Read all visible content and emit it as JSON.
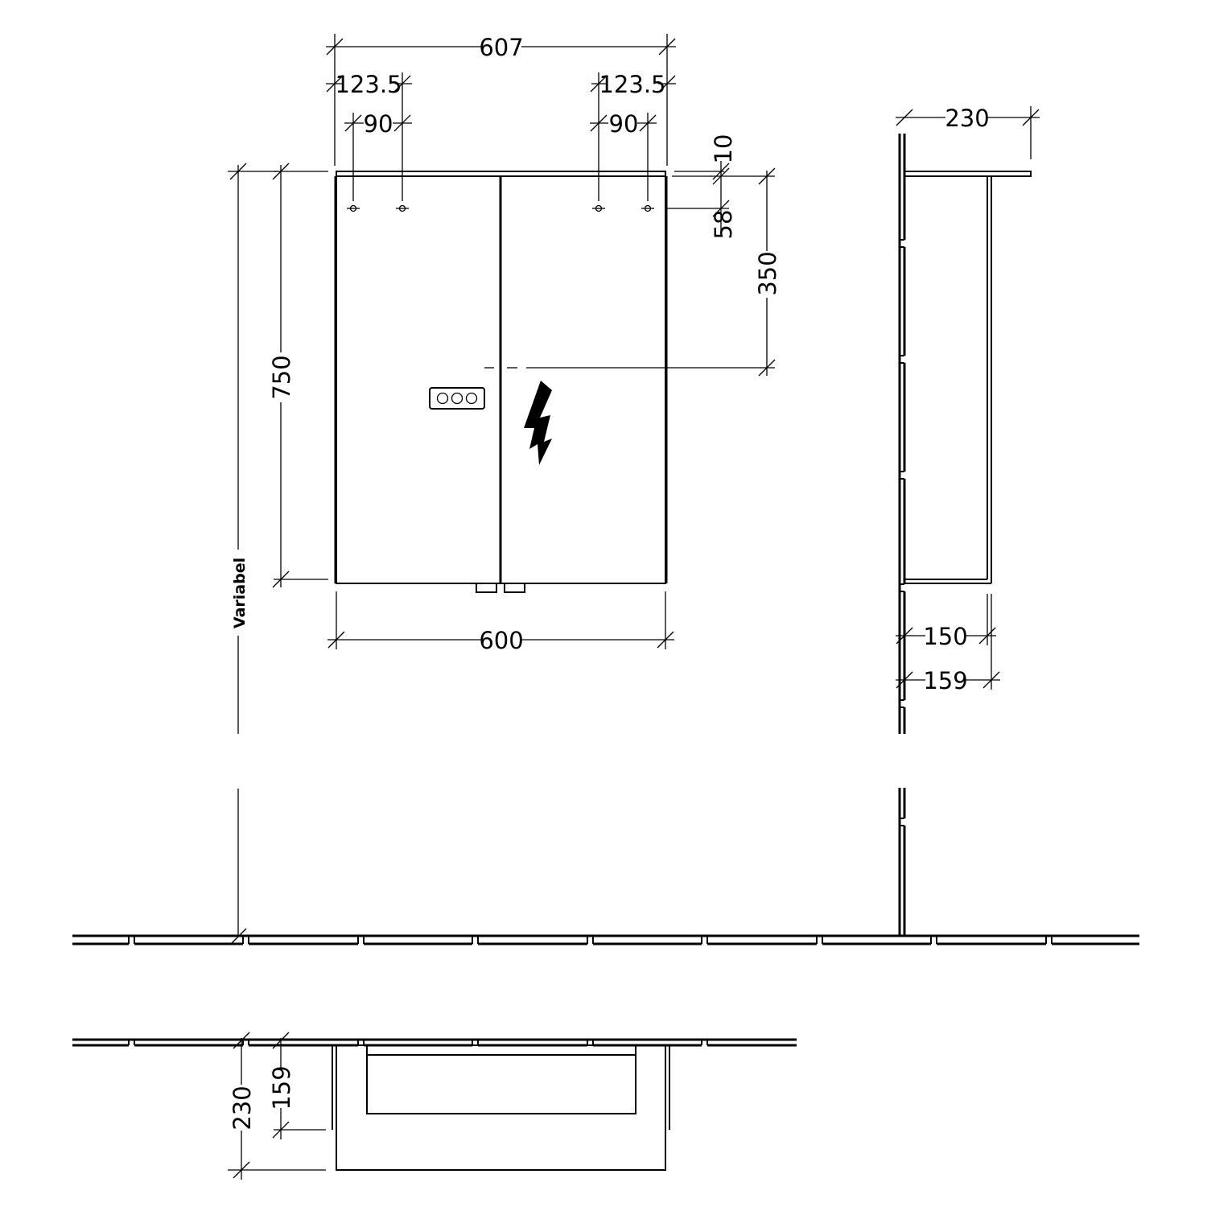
{
  "drawing": {
    "front": {
      "width_overall": "607",
      "width_body": "600",
      "height": "750",
      "mount_offset_left": "123.5",
      "mount_offset_right": "123.5",
      "hole_spacing_left": "90",
      "hole_spacing_right": "90",
      "top_gap": "10",
      "hole_drop": "58",
      "socket_height": "350",
      "wall_height_label": "Variabel"
    },
    "side": {
      "depth_top": "230",
      "depth_body": "150",
      "depth_overall": "159"
    },
    "plan": {
      "depth": "230",
      "body_depth": "159"
    }
  }
}
